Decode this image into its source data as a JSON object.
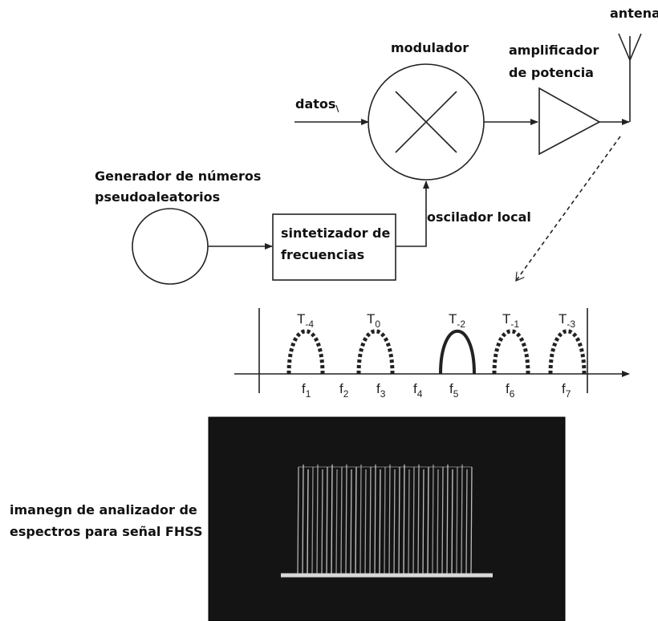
{
  "labels": {
    "antenna": "antena",
    "modulator": "modulador",
    "amplifier_line1": "amplificador",
    "amplifier_line2": "de potencia",
    "data_in": "datos",
    "data_in_sub": "\\",
    "generator_line1": "Generador de números",
    "generator_line2": "pseudoaleatorios",
    "local_osc": "oscilador local",
    "synth_line1": "sintetizador de",
    "synth_line2": "frecuencias",
    "analyzer_line1": "imanegn de analizador de",
    "analyzer_line2": "espectros para señal FHSS"
  },
  "spectrum": {
    "slots": [
      {
        "label": "T",
        "sub": "-4",
        "style": "dotted"
      },
      {
        "label": "T",
        "sub": "0",
        "style": "dotted"
      },
      {
        "label": "T",
        "sub": "-2",
        "style": "solid"
      },
      {
        "label": "T",
        "sub": "-1",
        "style": "dotted"
      },
      {
        "label": "T",
        "sub": "-3",
        "style": "dotted"
      }
    ],
    "freqs": [
      {
        "label": "f",
        "sub": "1"
      },
      {
        "label": "f",
        "sub": "2"
      },
      {
        "label": "f",
        "sub": "3"
      },
      {
        "label": "f",
        "sub": "4"
      },
      {
        "label": "f",
        "sub": "5"
      },
      {
        "label": "f",
        "sub": "6"
      },
      {
        "label": "f",
        "sub": "7"
      }
    ]
  },
  "colors": {
    "ink": "#222222",
    "analyzer_bg": "#141414",
    "analyzer_trace": "#d9d9d9"
  }
}
